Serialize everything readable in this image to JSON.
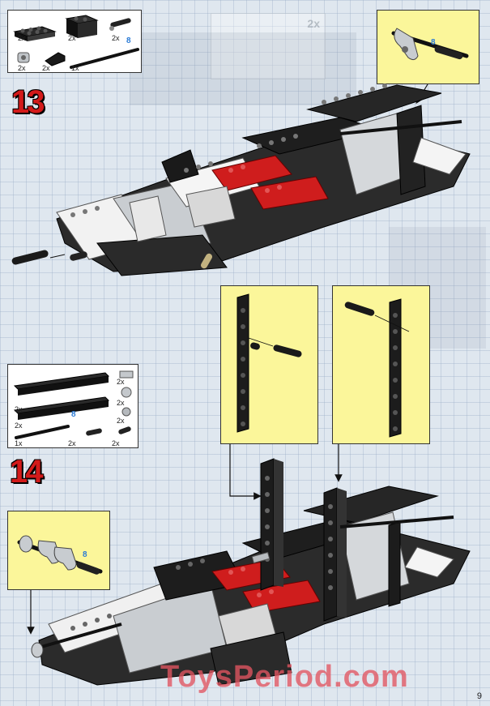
{
  "steps": [
    {
      "number": "13",
      "parts": [
        {
          "qty": "2x",
          "icon": "black-plate-2x4"
        },
        {
          "qty": "2x",
          "icon": "black-brick-2x2"
        },
        {
          "qty": "2x",
          "icon": "black-pin-connector"
        },
        {
          "qty": "2x",
          "icon": "gray-cross-axle-block"
        },
        {
          "qty": "2x",
          "icon": "black-slope-brick"
        },
        {
          "qty": "1x",
          "icon": "black-axle",
          "length": "8"
        }
      ],
      "callout_length": "8"
    },
    {
      "number": "14",
      "parts": [
        {
          "qty": "2x",
          "icon": "black-technic-beam-8"
        },
        {
          "qty": "2x",
          "icon": "black-technic-beam-8"
        },
        {
          "qty": "1x",
          "icon": "black-axle",
          "length": "8"
        },
        {
          "qty": "2x",
          "icon": "black-pin-connector"
        },
        {
          "qty": "2x",
          "icon": "gray-tile-1x2"
        },
        {
          "qty": "2x",
          "icon": "gray-cross-axle-block"
        },
        {
          "qty": "2x",
          "icon": "gray-bushing"
        },
        {
          "qty": "2x",
          "icon": "black-pin"
        }
      ],
      "callout_length": "8"
    }
  ],
  "ghost_text": "2x",
  "watermark": "ToysPeriod.com",
  "page_number": "9",
  "colors": {
    "red": "#d31a1a",
    "callout": "#fbf69a",
    "axle_blue": "#2b7bd6",
    "background": "#dfe7ef"
  }
}
